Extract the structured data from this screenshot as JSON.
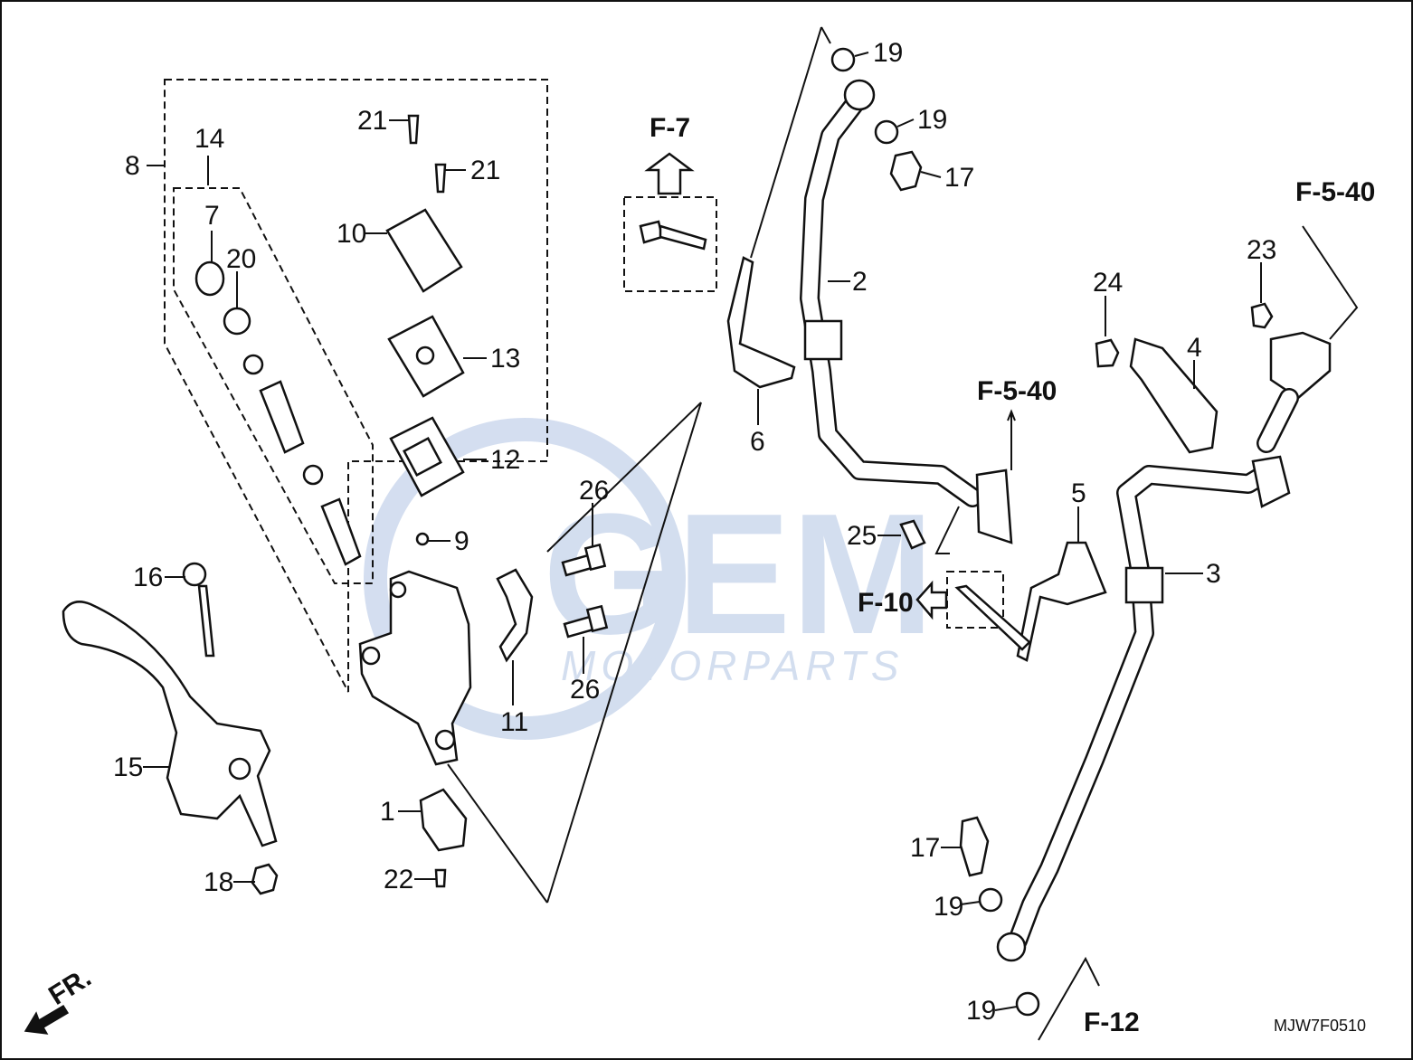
{
  "callouts": {
    "c1": "1",
    "c2": "2",
    "c3": "3",
    "c4": "4",
    "c5": "5",
    "c6": "6",
    "c7": "7",
    "c8": "8",
    "c9": "9",
    "c10": "10",
    "c11": "11",
    "c12": "12",
    "c13": "13",
    "c14": "14",
    "c15": "15",
    "c16": "16",
    "c17a": "17",
    "c17b": "17",
    "c18": "18",
    "c19a": "19",
    "c19b": "19",
    "c19c": "19",
    "c19d": "19",
    "c20": "20",
    "c21a": "21",
    "c21b": "21",
    "c22": "22",
    "c23": "23",
    "c24": "24",
    "c25": "25",
    "c26a": "26",
    "c26b": "26"
  },
  "references": {
    "f7": "F-7",
    "f540a": "F-5-40",
    "f540b": "F-5-40",
    "f10": "F-10",
    "f12": "F-12"
  },
  "front_marker": "FR.",
  "diagram_code": "MJW7F0510",
  "watermark": {
    "brand": "GEM",
    "sub": "MOTORPARTS"
  },
  "colors": {
    "line": "#111111",
    "watermark": "#c9d6ec"
  }
}
